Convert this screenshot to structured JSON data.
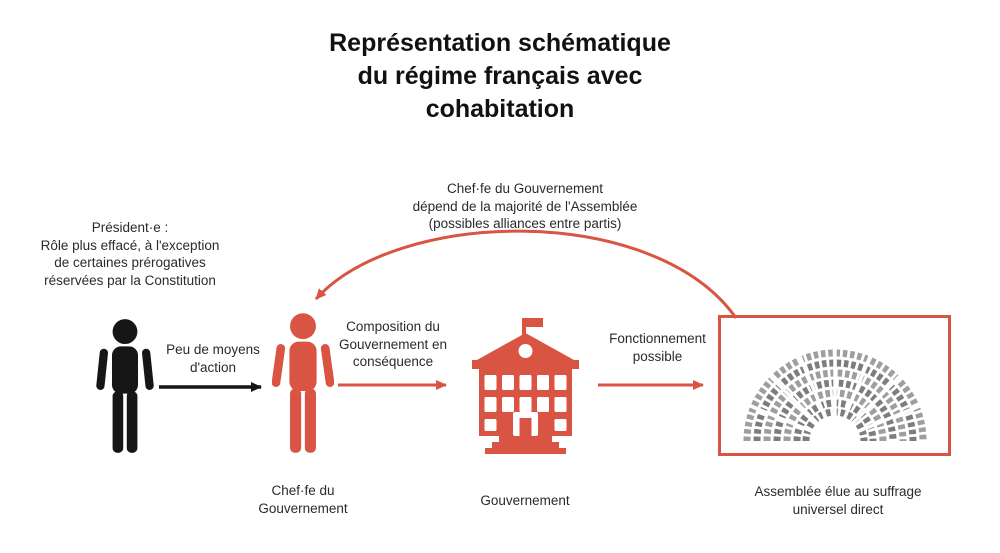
{
  "title": "Représentation schématique\ndu régime français avec\ncohabitation",
  "colors": {
    "accent_red": "#d95442",
    "figure_black": "#161616",
    "seat_light": "#9e9e9e",
    "seat_dark": "#7d7d7d"
  },
  "nodes": {
    "president": {
      "note": "Président·e :\nRôle plus effacé, à l'exception\nde certaines prérogatives\nréservées par la Constitution"
    },
    "head_of_government": {
      "caption": "Chef·fe du\nGouvernement"
    },
    "government": {
      "caption": "Gouvernement"
    },
    "assembly": {
      "caption": "Assemblée élue au suffrage\nuniversel direct"
    }
  },
  "edges": {
    "president_to_head": {
      "label": "Peu de moyens\nd'action"
    },
    "head_to_government": {
      "label": "Composition du\nGouvernement en\nconséquence"
    },
    "government_to_assembly": {
      "label": "Fonctionnement\npossible"
    },
    "assembly_to_head": {
      "label": "Chef·fe du Gouvernement\ndépend de la majorité de l'Assemblée\n(possibles alliances entre partis)"
    }
  }
}
